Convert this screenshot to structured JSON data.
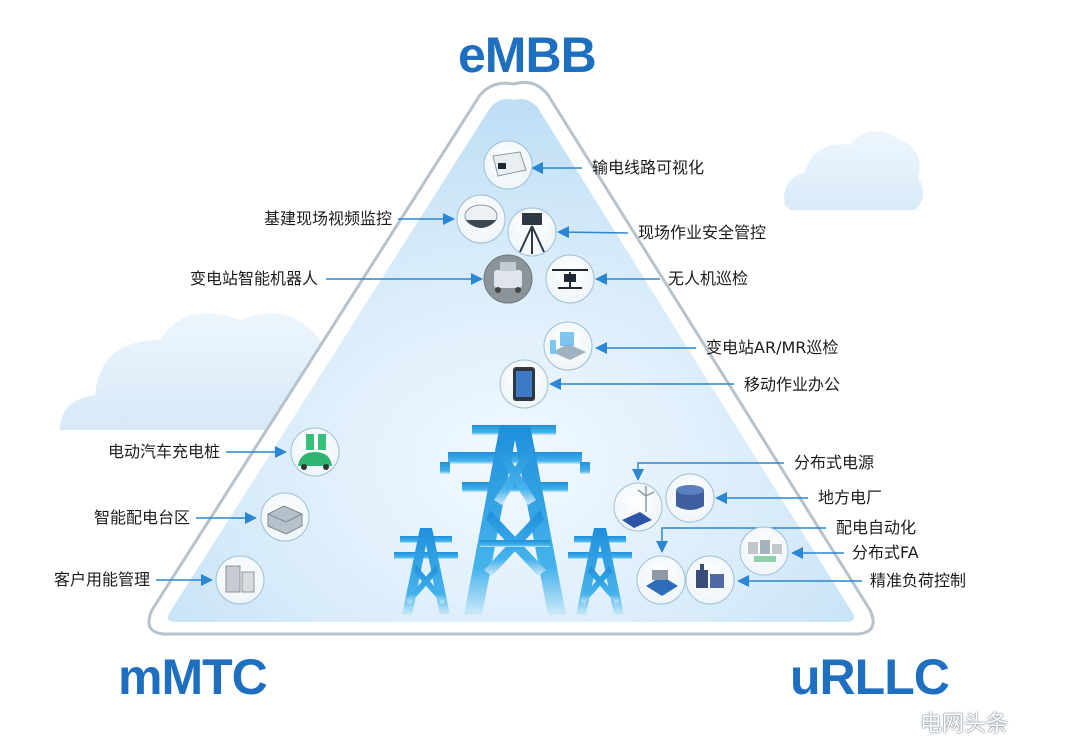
{
  "corners": {
    "top": "eMBB",
    "left": "mMTC",
    "right": "uRLLC"
  },
  "labels": {
    "transmission_line_visualization": "输电线路可视化",
    "construction_site_video_monitoring": "基建现场视频监控",
    "site_work_safety_control": "现场作业安全管控",
    "substation_intelligent_robot": "变电站智能机器人",
    "drone_inspection": "无人机巡检",
    "substation_ar_mr_inspection": "变电站AR/MR巡检",
    "mobile_work_office": "移动作业办公",
    "ev_charging_pile": "电动汽车充电桩",
    "smart_distribution_area": "智能配电台区",
    "customer_energy_management": "客户用能管理",
    "distributed_power_source": "分布式电源",
    "local_power_plant": "地方电厂",
    "distribution_automation": "配电自动化",
    "distributed_fa": "分布式FA",
    "precise_load_control": "精准负荷控制"
  },
  "watermark": "电网头条",
  "colors": {
    "accent_blue": "#1f6fc0",
    "arrow_blue": "#2b86d4",
    "triangle_fill": "#cfe6f8",
    "tower_blue": "#2a9fe0"
  },
  "icons": {
    "camera_box": "surveillance-camera-icon",
    "dome_camera": "dome-camera-icon",
    "tripod_camera": "tripod-camera-icon",
    "robot": "inspection-robot-icon",
    "drone": "drone-icon",
    "ar_building": "ar-substation-icon",
    "tablet": "tablet-icon",
    "ev_charger": "ev-charger-icon",
    "distribution_box": "distribution-transformer-icon",
    "building_meter": "building-icon",
    "solar_wind": "solar-wind-icon",
    "power_plant": "power-plant-icon",
    "fa_equipment": "switchgear-icon",
    "factory": "factory-icon",
    "industrial": "industrial-plant-icon",
    "tower": "power-tower-icon",
    "cloud": "cloud-icon"
  }
}
